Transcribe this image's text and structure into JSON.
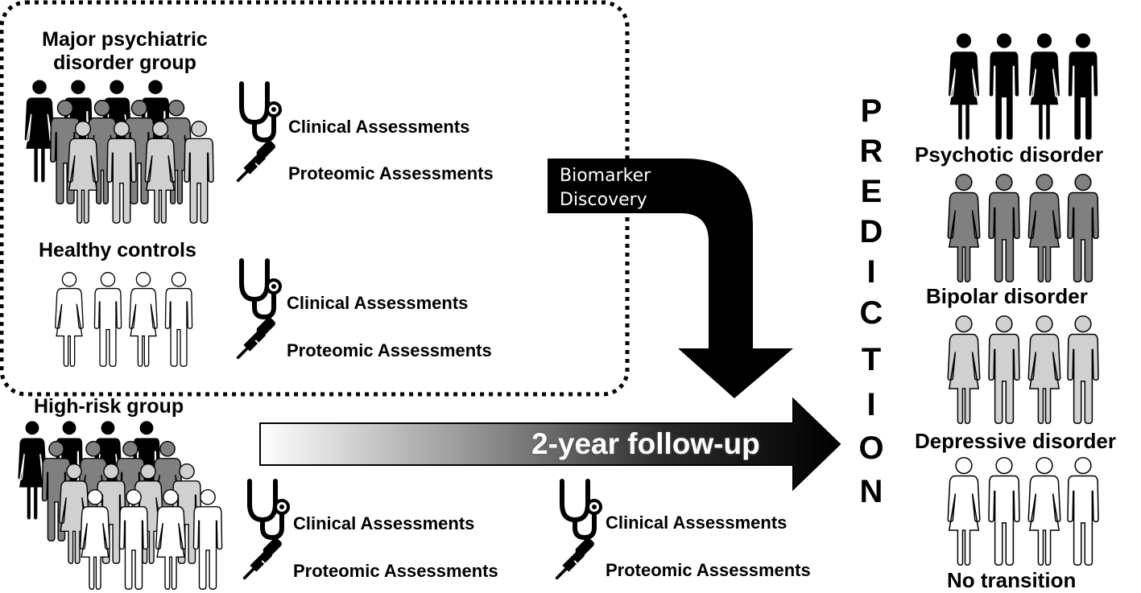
{
  "groups": {
    "major": {
      "title_line1": "Major psychiatric",
      "title_line2": "disorder group"
    },
    "healthy": {
      "title": "Healthy controls"
    },
    "high_risk": {
      "title": "High-risk group"
    }
  },
  "assessments": {
    "clinical": "Clinical Assessments",
    "proteomic": "Proteomic Assessments"
  },
  "biomarker": {
    "line1": "Biomarker",
    "line2": "Discovery"
  },
  "followup": "2-year follow-up",
  "prediction_letters": [
    "P",
    "R",
    "E",
    "D",
    "I",
    "C",
    "T",
    "I",
    "O",
    "N"
  ],
  "outcomes": [
    "Psychotic disorder",
    "Bipolar disorder",
    "Depressive disorder",
    "No transition"
  ],
  "colors": {
    "black": "#000000",
    "dark_gray": "#808080",
    "light_gray": "#d0d0d0",
    "white": "#ffffff"
  },
  "icons": [
    "stethoscope-icon",
    "pipette-icon",
    "person-icon"
  ]
}
